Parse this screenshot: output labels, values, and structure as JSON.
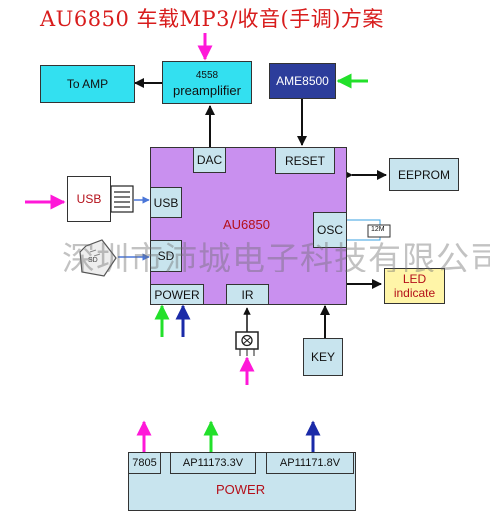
{
  "title": "AU6850 车载MP3/收音(手调)方案",
  "watermark": "深圳市沛城电子科技有限公司",
  "blocks": {
    "to_amp": "To AMP",
    "preamp_number": "4558",
    "preamp_label": "preamplifier",
    "ame": "AME8500",
    "eeprom": "EEPROM",
    "usb_external": "USB",
    "chip": "AU6850",
    "dac": "DAC",
    "reset": "RESET",
    "usb_port": "USB",
    "sd_port": "SD",
    "osc": "OSC",
    "crystal": "12M",
    "led": "LED\nindicate",
    "power_port": "POWER",
    "ir": "IR",
    "key": "KEY",
    "reg_7805": "7805",
    "reg_33": "AP11173.3V",
    "reg_18": "AP11171.8V",
    "power_supply": "POWER",
    "sd_card_icon": "SD"
  },
  "colors": {
    "cyan": "#33e0f0",
    "light_blue": "#c8e4ee",
    "purple": "#c990ef",
    "navy": "#2c3d9b",
    "yellow": "#fff5a8",
    "magenta_arrow": "#ff18d8",
    "green_arrow": "#22e02a",
    "blue_arrow": "#1a2aa8",
    "title_red": "#d81c1c"
  }
}
